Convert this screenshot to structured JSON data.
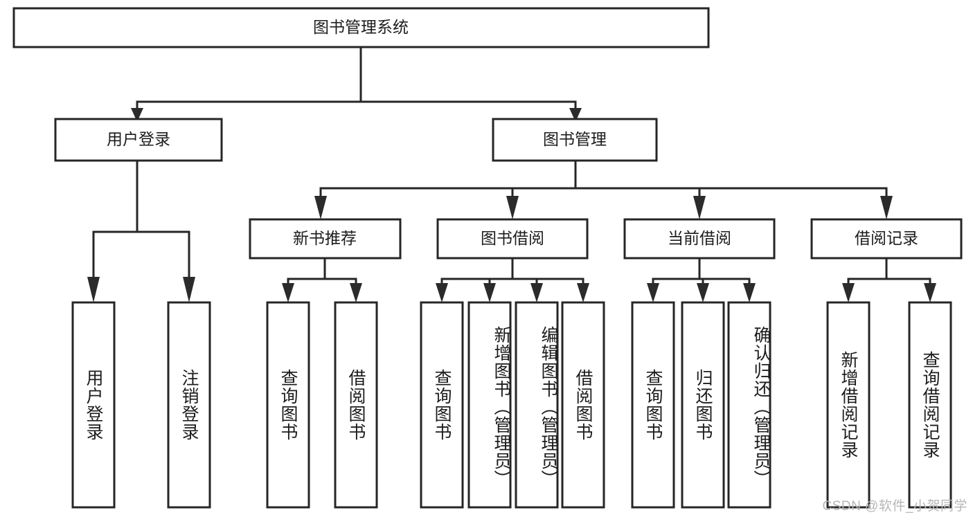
{
  "diagram": {
    "type": "tree-hierarchy",
    "title": "图书管理系统",
    "watermark": "CSDN @软件_小贺同学",
    "root": {
      "id": "root",
      "label": "图书管理系统"
    },
    "level2": [
      {
        "id": "user-login",
        "label": "用户登录"
      },
      {
        "id": "book-manage",
        "label": "图书管理"
      }
    ],
    "level3": [
      {
        "id": "new-book-recommend",
        "label": "新书推荐",
        "parent": "book-manage"
      },
      {
        "id": "book-borrow",
        "label": "图书借阅",
        "parent": "book-manage"
      },
      {
        "id": "current-borrow",
        "label": "当前借阅",
        "parent": "book-manage"
      },
      {
        "id": "borrow-record",
        "label": "借阅记录",
        "parent": "book-manage"
      }
    ],
    "leaves": [
      {
        "id": "leaf-user-login",
        "label": "用户登录",
        "parent": "user-login"
      },
      {
        "id": "leaf-logout-login",
        "label": "注销登录",
        "parent": "user-login"
      },
      {
        "id": "leaf-query-book-1",
        "label": "查询图书",
        "parent": "new-book-recommend"
      },
      {
        "id": "leaf-borrow-book-1",
        "label": "借阅图书",
        "parent": "new-book-recommend"
      },
      {
        "id": "leaf-query-book-2",
        "label": "查询图书",
        "parent": "book-borrow"
      },
      {
        "id": "leaf-add-book",
        "label": "新增图书（管理员）",
        "parent": "book-borrow"
      },
      {
        "id": "leaf-edit-book",
        "label": "编辑图书（管理员）",
        "parent": "book-borrow"
      },
      {
        "id": "leaf-borrow-book-2",
        "label": "借阅图书",
        "parent": "book-borrow"
      },
      {
        "id": "leaf-query-book-3",
        "label": "查询图书",
        "parent": "current-borrow"
      },
      {
        "id": "leaf-return-book",
        "label": "归还图书",
        "parent": "current-borrow"
      },
      {
        "id": "leaf-confirm-return",
        "label": "确认归还（管理员）",
        "parent": "current-borrow"
      },
      {
        "id": "leaf-add-record",
        "label": "新增借阅记录",
        "parent": "borrow-record"
      },
      {
        "id": "leaf-query-record",
        "label": "查询借阅记录",
        "parent": "borrow-record"
      }
    ],
    "colors": {
      "stroke": "#262626",
      "fill": "#ffffff",
      "text": "#1c1c1c",
      "watermark": "#b6b6b6"
    }
  }
}
